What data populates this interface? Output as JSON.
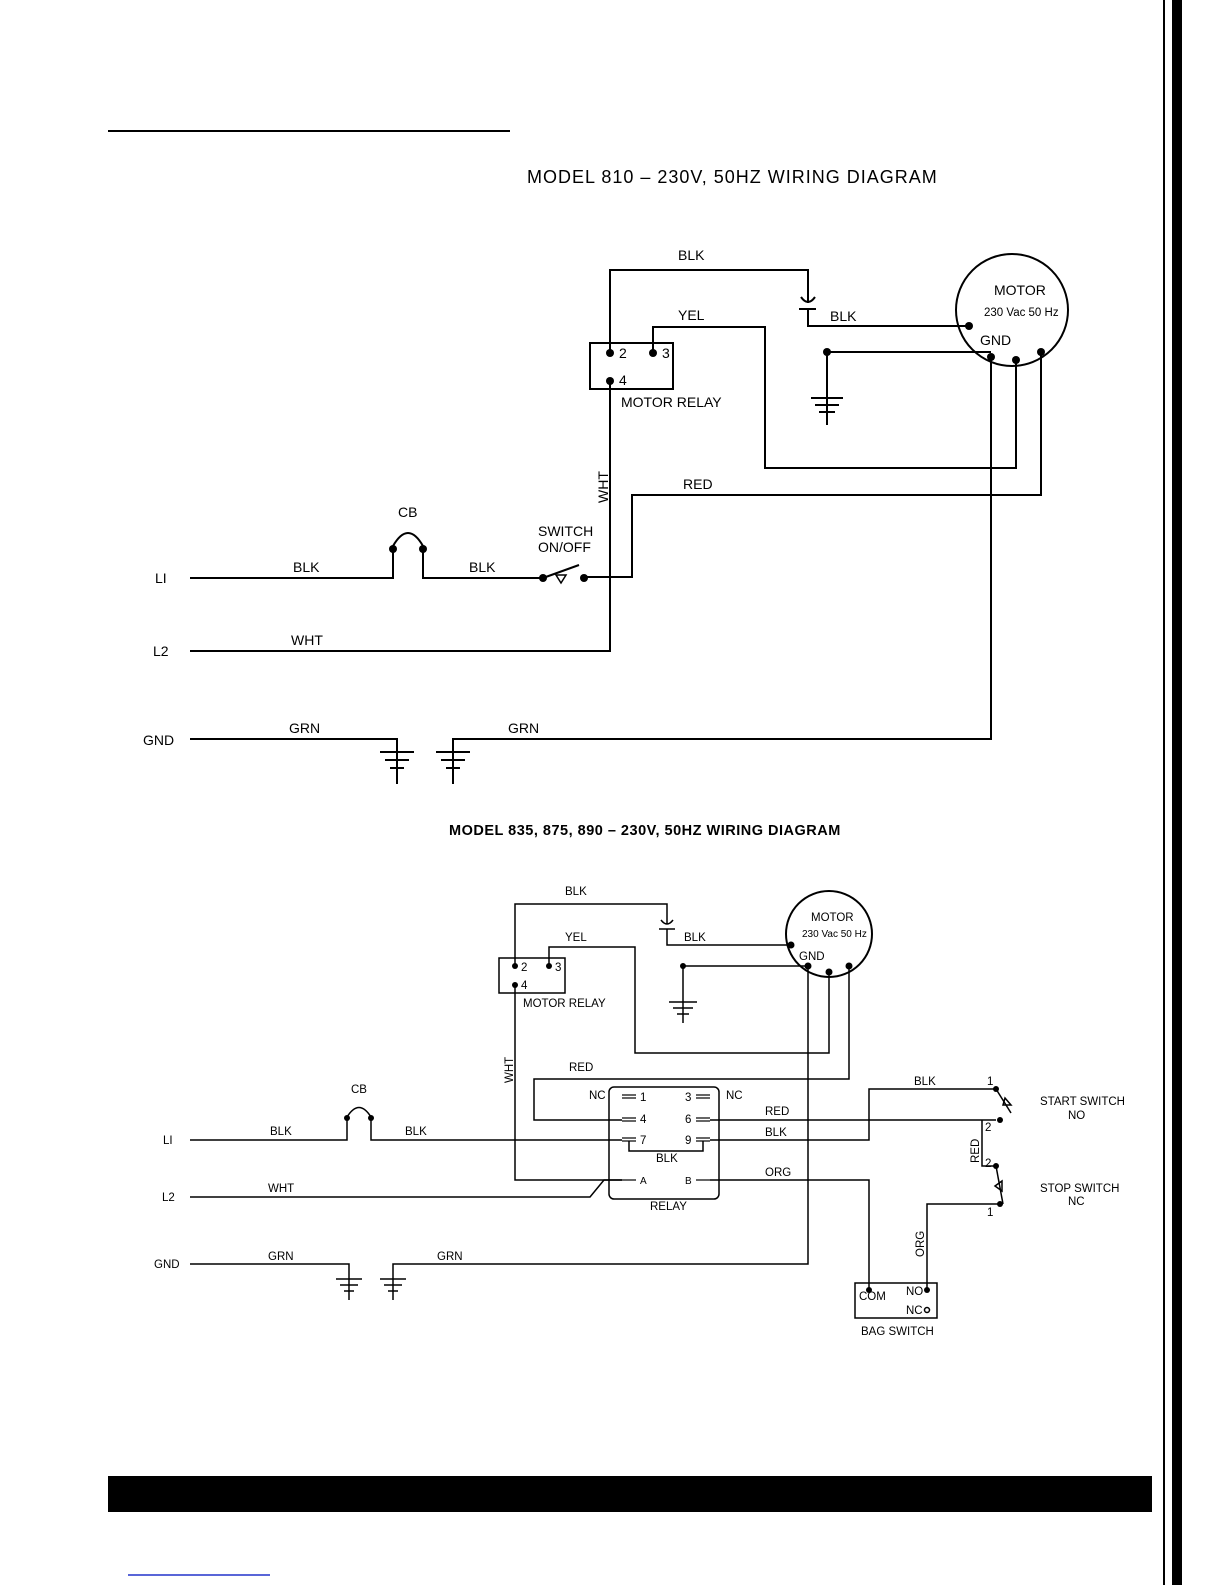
{
  "diagram1": {
    "title": "MODEL 810 – 230V, 50HZ WIRING DIAGRAM",
    "terminals": {
      "l1": "LI",
      "l2": "L2",
      "gnd": "GND"
    },
    "wires": {
      "blk_top": "BLK",
      "blk_cap": "BLK",
      "yel": "YEL",
      "wht_vertical": "WHT",
      "red": "RED",
      "blk_l1": "BLK",
      "blk_cb": "BLK",
      "wht_l2": "WHT",
      "grn_left": "GRN",
      "grn_right": "GRN"
    },
    "cb": "CB",
    "switch": [
      "SWITCH",
      "ON/OFF"
    ],
    "motor": {
      "name": "MOTOR",
      "rating": "230 Vac 50 Hz",
      "gnd": "GND"
    },
    "relay": {
      "pin2": "2",
      "pin3": "3",
      "pin4": "4",
      "label": "MOTOR RELAY"
    }
  },
  "diagram2": {
    "title": "MODEL 835, 875, 890 – 230V, 50HZ WIRING DIAGRAM",
    "terminals": {
      "l1": "LI",
      "l2": "L2",
      "gnd": "GND"
    },
    "wires": {
      "blk_top": "BLK",
      "blk_cap": "BLK",
      "yel": "YEL",
      "wht_vertical": "WHT",
      "red_top": "RED",
      "red_6": "RED",
      "blk_9": "BLK",
      "blk_jumper": "BLK",
      "org": "ORG",
      "blk_start": "BLK",
      "red_vertical": "RED",
      "org_vertical": "ORG",
      "blk_l1": "BLK",
      "blk_cb": "BLK",
      "wht_l2": "WHT",
      "grn_left": "GRN",
      "grn_right": "GRN"
    },
    "cb": "CB",
    "motor": {
      "name": "MOTOR",
      "rating": "230 Vac 50 Hz",
      "gnd": "GND"
    },
    "motor_relay": {
      "pin2": "2",
      "pin3": "3",
      "pin4": "4",
      "label": "MOTOR RELAY"
    },
    "relay": {
      "label": "RELAY",
      "nc_left": "NC",
      "nc_right": "NC",
      "pin1": "1",
      "pin3": "3",
      "pin4": "4",
      "pin6": "6",
      "pin7": "7",
      "pin9": "9",
      "pinA": "A",
      "pinB": "B"
    },
    "start_switch": {
      "label": "START SWITCH",
      "type": "NO",
      "pin1": "1",
      "pin2": "2"
    },
    "stop_switch": {
      "label": "STOP SWITCH",
      "type": "NC",
      "pin1": "1",
      "pin2": "2"
    },
    "bag_switch": {
      "label": "BAG SWITCH",
      "com": "COM",
      "no": "NO",
      "nc": "NC"
    }
  }
}
